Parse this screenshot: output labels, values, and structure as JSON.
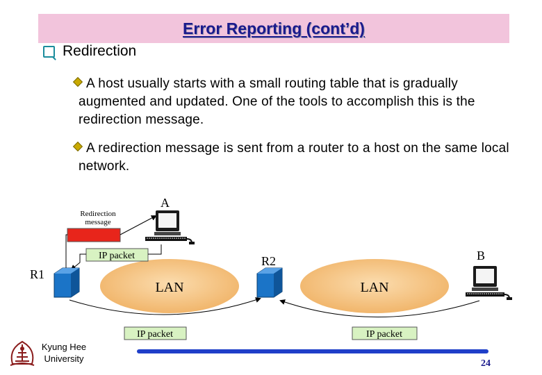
{
  "slide": {
    "title": "Error Reporting (cont’d)",
    "heading": "Redirection",
    "bullets": [
      "A host usually starts with a small routing table that is gradually augmented and updated. One of the tools to accomplish this is the redirection message.",
      "A redirection message is sent from a router to a host on the same local network."
    ]
  },
  "diagram": {
    "redirect_label_line1": "Redirection",
    "redirect_label_line2": "message",
    "ip_packet_top": "IP packet",
    "ip_packet_bottom_left": "IP packet",
    "ip_packet_bottom_right": "IP packet",
    "lan_left": "LAN",
    "lan_right": "LAN",
    "host_a": "A",
    "host_b": "B",
    "router_1": "R1",
    "router_2": "R2",
    "colors": {
      "lan_fill": "#f5c183",
      "router": "#1b74c7",
      "redirect_box": "#e8251b",
      "packet_box": "#d8f2c2"
    }
  },
  "footer": {
    "university_line1": "Kyung Hee",
    "university_line2": "University",
    "page_number": "24"
  }
}
